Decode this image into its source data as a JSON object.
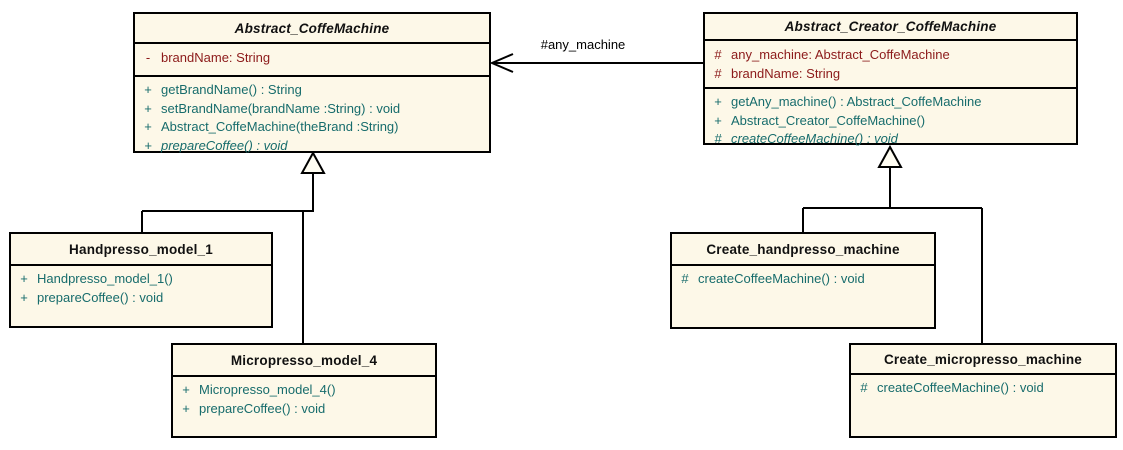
{
  "diagram": {
    "type": "uml-class-diagram",
    "association": {
      "label": "#any_machine"
    },
    "colors": {
      "class_fill": "#fdf8e8",
      "border": "#000000",
      "attribute_text": "#8c1a1a",
      "method_text": "#176c6c",
      "title_text": "#111111",
      "background": "#ffffff"
    },
    "classes": {
      "abstract_machine": {
        "title": "Abstract_CoffeMachine",
        "attributes": [
          {
            "vis": "-",
            "text": "brandName: String"
          }
        ],
        "methods": [
          {
            "vis": "+",
            "text": "getBrandName() : String"
          },
          {
            "vis": "+",
            "text": "setBrandName(brandName :String) : void"
          },
          {
            "vis": "+",
            "text": "Abstract_CoffeMachine(theBrand :String)"
          },
          {
            "vis": "+",
            "text": "prepareCoffee() : void"
          }
        ]
      },
      "creator": {
        "title": "Abstract_Creator_CoffeMachine",
        "attributes": [
          {
            "vis": "#",
            "text": "any_machine: Abstract_CoffeMachine"
          },
          {
            "vis": "#",
            "text": "brandName: String"
          }
        ],
        "methods": [
          {
            "vis": "+",
            "text": "getAny_machine() : Abstract_CoffeMachine"
          },
          {
            "vis": "+",
            "text": "Abstract_Creator_CoffeMachine()"
          },
          {
            "vis": "#",
            "text": "createCoffeeMachine() : void"
          }
        ]
      },
      "handpresso": {
        "title": "Handpresso_model_1",
        "methods": [
          {
            "vis": "+",
            "text": "Handpresso_model_1()"
          },
          {
            "vis": "+",
            "text": "prepareCoffee() : void"
          }
        ]
      },
      "micropresso": {
        "title": "Micropresso_model_4",
        "methods": [
          {
            "vis": "+",
            "text": "Micropresso_model_4()"
          },
          {
            "vis": "+",
            "text": "prepareCoffee() : void"
          }
        ]
      },
      "create_handpresso": {
        "title": "Create_handpresso_machine",
        "methods": [
          {
            "vis": "#",
            "text": "createCoffeeMachine() : void"
          }
        ]
      },
      "create_micropresso": {
        "title": "Create_micropresso_machine",
        "methods": [
          {
            "vis": "#",
            "text": "createCoffeeMachine() : void"
          }
        ]
      }
    }
  }
}
